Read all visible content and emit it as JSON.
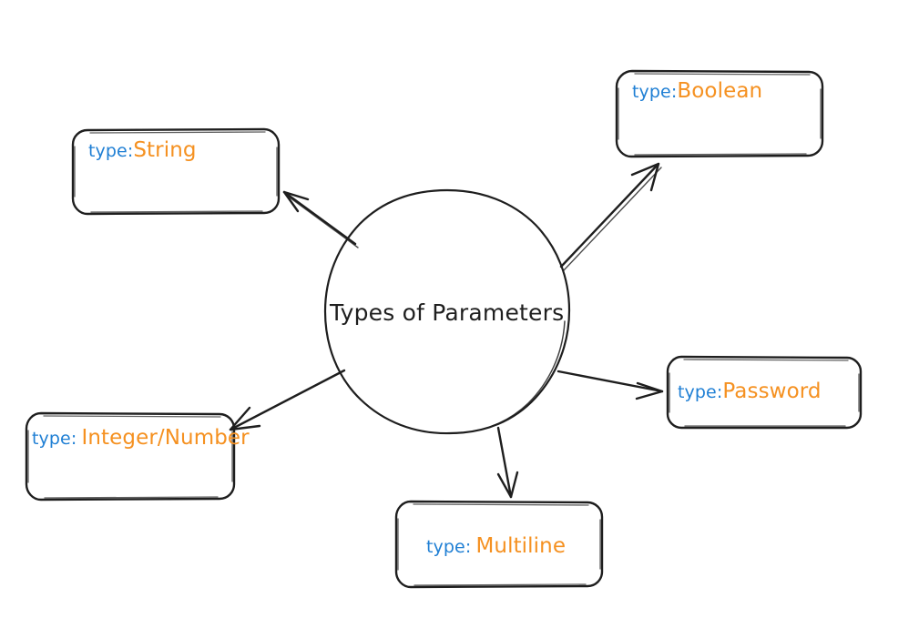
{
  "diagram": {
    "title": "Types of Parameters",
    "background_color": "#ffffff",
    "stroke_color": "#1e1e1e",
    "key_color": "#1f7fd4",
    "value_color": "#f59121",
    "center": {
      "shape": "ellipse",
      "label": "Types of Parameters"
    },
    "nodes": [
      {
        "id": "string",
        "shape": "rounded-rectangle",
        "key": "type:",
        "value": "String",
        "direction": "upper-left"
      },
      {
        "id": "boolean",
        "shape": "rounded-rectangle",
        "key": "type:",
        "value": "Boolean",
        "direction": "upper-right"
      },
      {
        "id": "integer",
        "shape": "rounded-rectangle",
        "key": "type:",
        "value": "Integer/Number",
        "direction": "lower-left"
      },
      {
        "id": "password",
        "shape": "rounded-rectangle",
        "key": "type:",
        "value": "Password",
        "direction": "right"
      },
      {
        "id": "multiline",
        "shape": "rounded-rectangle",
        "key": "type:",
        "value": "Multiline",
        "direction": "bottom"
      }
    ],
    "edges": [
      {
        "from": "center",
        "to": "string",
        "arrow": "end"
      },
      {
        "from": "center",
        "to": "boolean",
        "arrow": "end"
      },
      {
        "from": "center",
        "to": "integer",
        "arrow": "end"
      },
      {
        "from": "center",
        "to": "password",
        "arrow": "end"
      },
      {
        "from": "center",
        "to": "multiline",
        "arrow": "end"
      }
    ]
  }
}
